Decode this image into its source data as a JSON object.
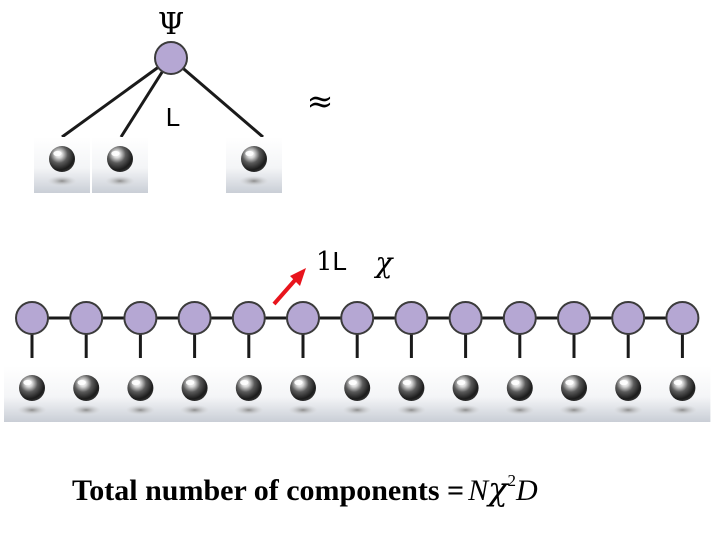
{
  "top_tensor": {
    "symbol": "Ψ",
    "leg_label": "L",
    "approx": "≈"
  },
  "mps": {
    "bond_label_prefix": "1",
    "bond_label_L": "L",
    "bond_dim": "χ"
  },
  "formula": {
    "label": "Total number of components =",
    "N": "N",
    "chi": "χ",
    "exp": "2",
    "D": "D"
  },
  "colors": {
    "node_fill": "#b5a7d3",
    "node_stroke": "#3b3b3b",
    "line": "#1a1a1a",
    "arrow": "#e8141c"
  },
  "icons": {
    "physical_site": "chrome-sphere-icon"
  }
}
